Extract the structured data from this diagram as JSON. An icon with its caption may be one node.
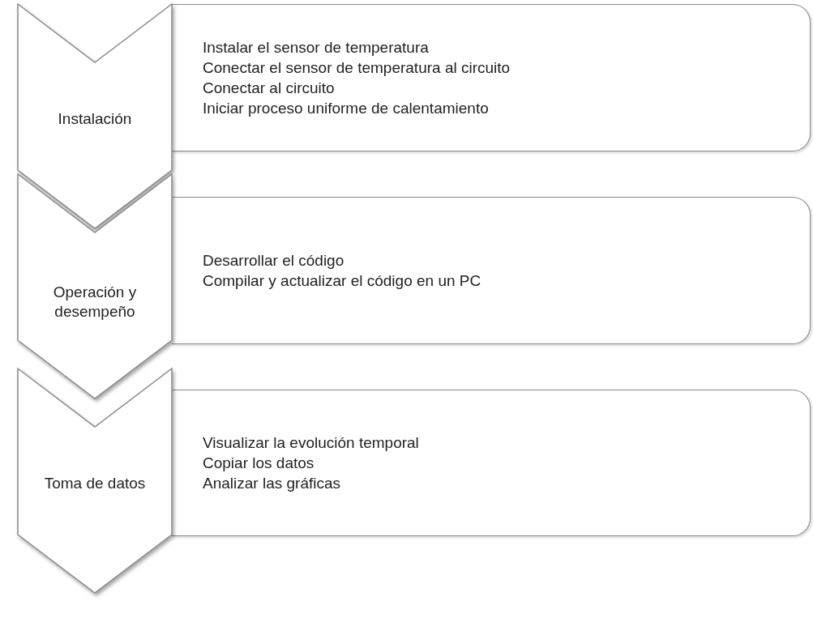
{
  "diagram": {
    "nodes": [
      {
        "text": [
          "Instalación"
        ]
      },
      {
        "text": [
          "Instalar el sensor de temperatura",
          "Conectar el sensor de temperatura al circuito",
          "Conectar al circuito",
          "Iniciar proceso uniforme de calentamiento"
        ]
      },
      {
        "text": [
          "Operación y desempeño"
        ]
      },
      {
        "text": [
          "Desarrollar el código",
          "Compilar y actualizar el código en un PC"
        ]
      },
      {
        "text": [
          "Toma de datos"
        ]
      },
      {
        "text": [
          "Visualizar la evolución temporal",
          "Copiar los datos",
          "Analizar las gráficas"
        ]
      }
    ]
  }
}
